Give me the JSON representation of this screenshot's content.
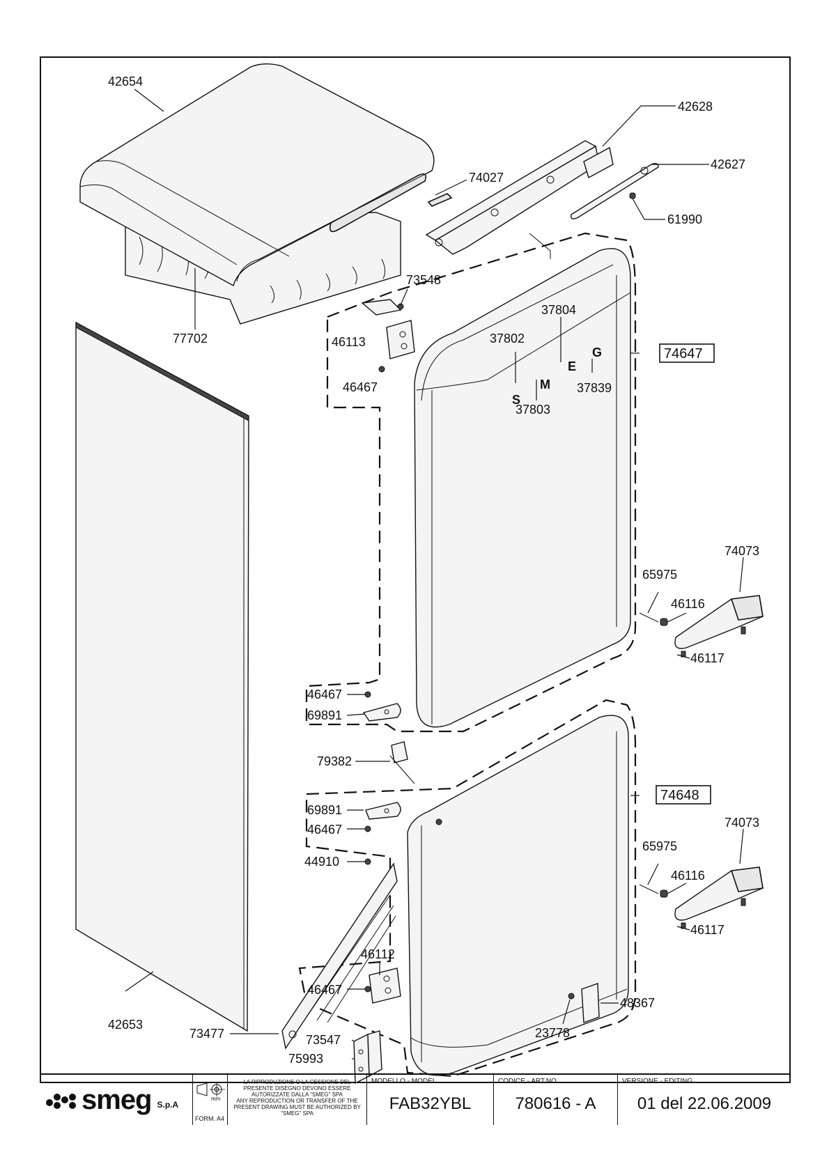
{
  "diagram": {
    "part_labels": {
      "p42654": "42654",
      "p42628": "42628",
      "p42627": "42627",
      "p74027": "74027",
      "p61990": "61990",
      "p73548": "73548",
      "p77702": "77702",
      "p46113": "46113",
      "p46467_a": "46467",
      "p37804": "37804",
      "p37802": "37802",
      "p37839": "37839",
      "p37803": "37803",
      "p74073_a": "74073",
      "p65975_a": "65975",
      "p46116_a": "46116",
      "p46117_a": "46117",
      "p46467_b": "46467",
      "p69891_a": "69891",
      "p79382": "79382",
      "p69891_b": "69891",
      "p46467_c": "46467",
      "p74073_b": "74073",
      "p65975_b": "65975",
      "p46116_b": "46116",
      "p44910": "44910",
      "p46117_b": "46117",
      "p73477": "73477",
      "p46112": "46112",
      "p46467_d": "46467",
      "p42653": "42653",
      "p48367": "48367",
      "p73547": "73547",
      "p23778": "23778",
      "p75993": "75993"
    },
    "assembly_labels": {
      "upper_door": "74647",
      "lower_door": "74648"
    },
    "door_badge_letters": [
      "S",
      "M",
      "E",
      "G"
    ]
  },
  "title_block": {
    "brand": "smeg",
    "company_suffix": "S.p.A",
    "unit": "mm",
    "form": "FORM. A4",
    "notice_it": "LA RIPRODUZIONE O LA CESSIONE DEL PRESENTE DISEGNO DEVONO ESSERE AUTORIZZATE DALLA \"SMEG\" SPA",
    "notice_en": "ANY REPRODUCTION OR TRANSFER OF THE PRESENT DRAWING MUST BE AUTHORIZED BY \"SMEG\" SPA",
    "model_header": "MODELLO - MODEL",
    "model_value": "FAB32YBL",
    "code_header": "CODICE - ART.NO.",
    "code_value": "780616 - A",
    "version_header": "VERSIONE - EDITING",
    "version_value": "01 del 22.06.2009"
  }
}
